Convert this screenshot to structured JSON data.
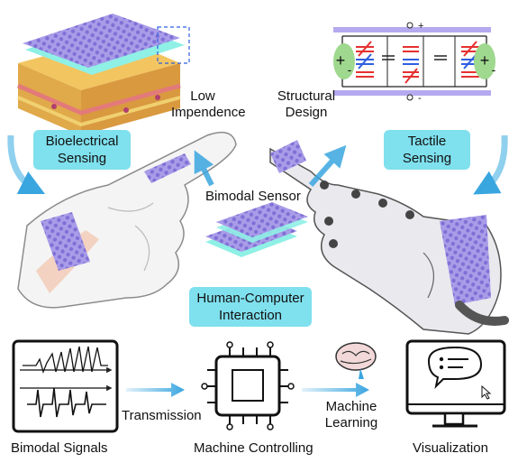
{
  "labels": {
    "low_impedance": [
      "Low",
      "Impendence"
    ],
    "structural_design": [
      "Structural",
      "Design"
    ],
    "bimodal_sensor": "Bimodal Sensor",
    "transmission": "Transmission",
    "machine_learning": [
      "Machine",
      "Learning"
    ]
  },
  "boxes": {
    "bioelectrical": [
      "Bioelectrical",
      "Sensing"
    ],
    "tactile": [
      "Tactile",
      "Sensing"
    ],
    "hci": [
      "Human-Computer",
      "Interaction"
    ]
  },
  "bottom_captions": {
    "signals": "Bimodal Signals",
    "controlling": "Machine Controlling",
    "visualization": "Visualization"
  },
  "circuit_signs": {
    "plus": "+",
    "minus": "-"
  },
  "colors": {
    "accent_box": "#7fe0ee",
    "sensor_purple": "#9b8fe0",
    "sensor_cyan": "#8ff0e6",
    "arrow_blue": "#3aa6e0",
    "circuit_red": "#e53030",
    "circuit_blue": "#2f5fe0",
    "electrode_green": "#9fd88f"
  }
}
